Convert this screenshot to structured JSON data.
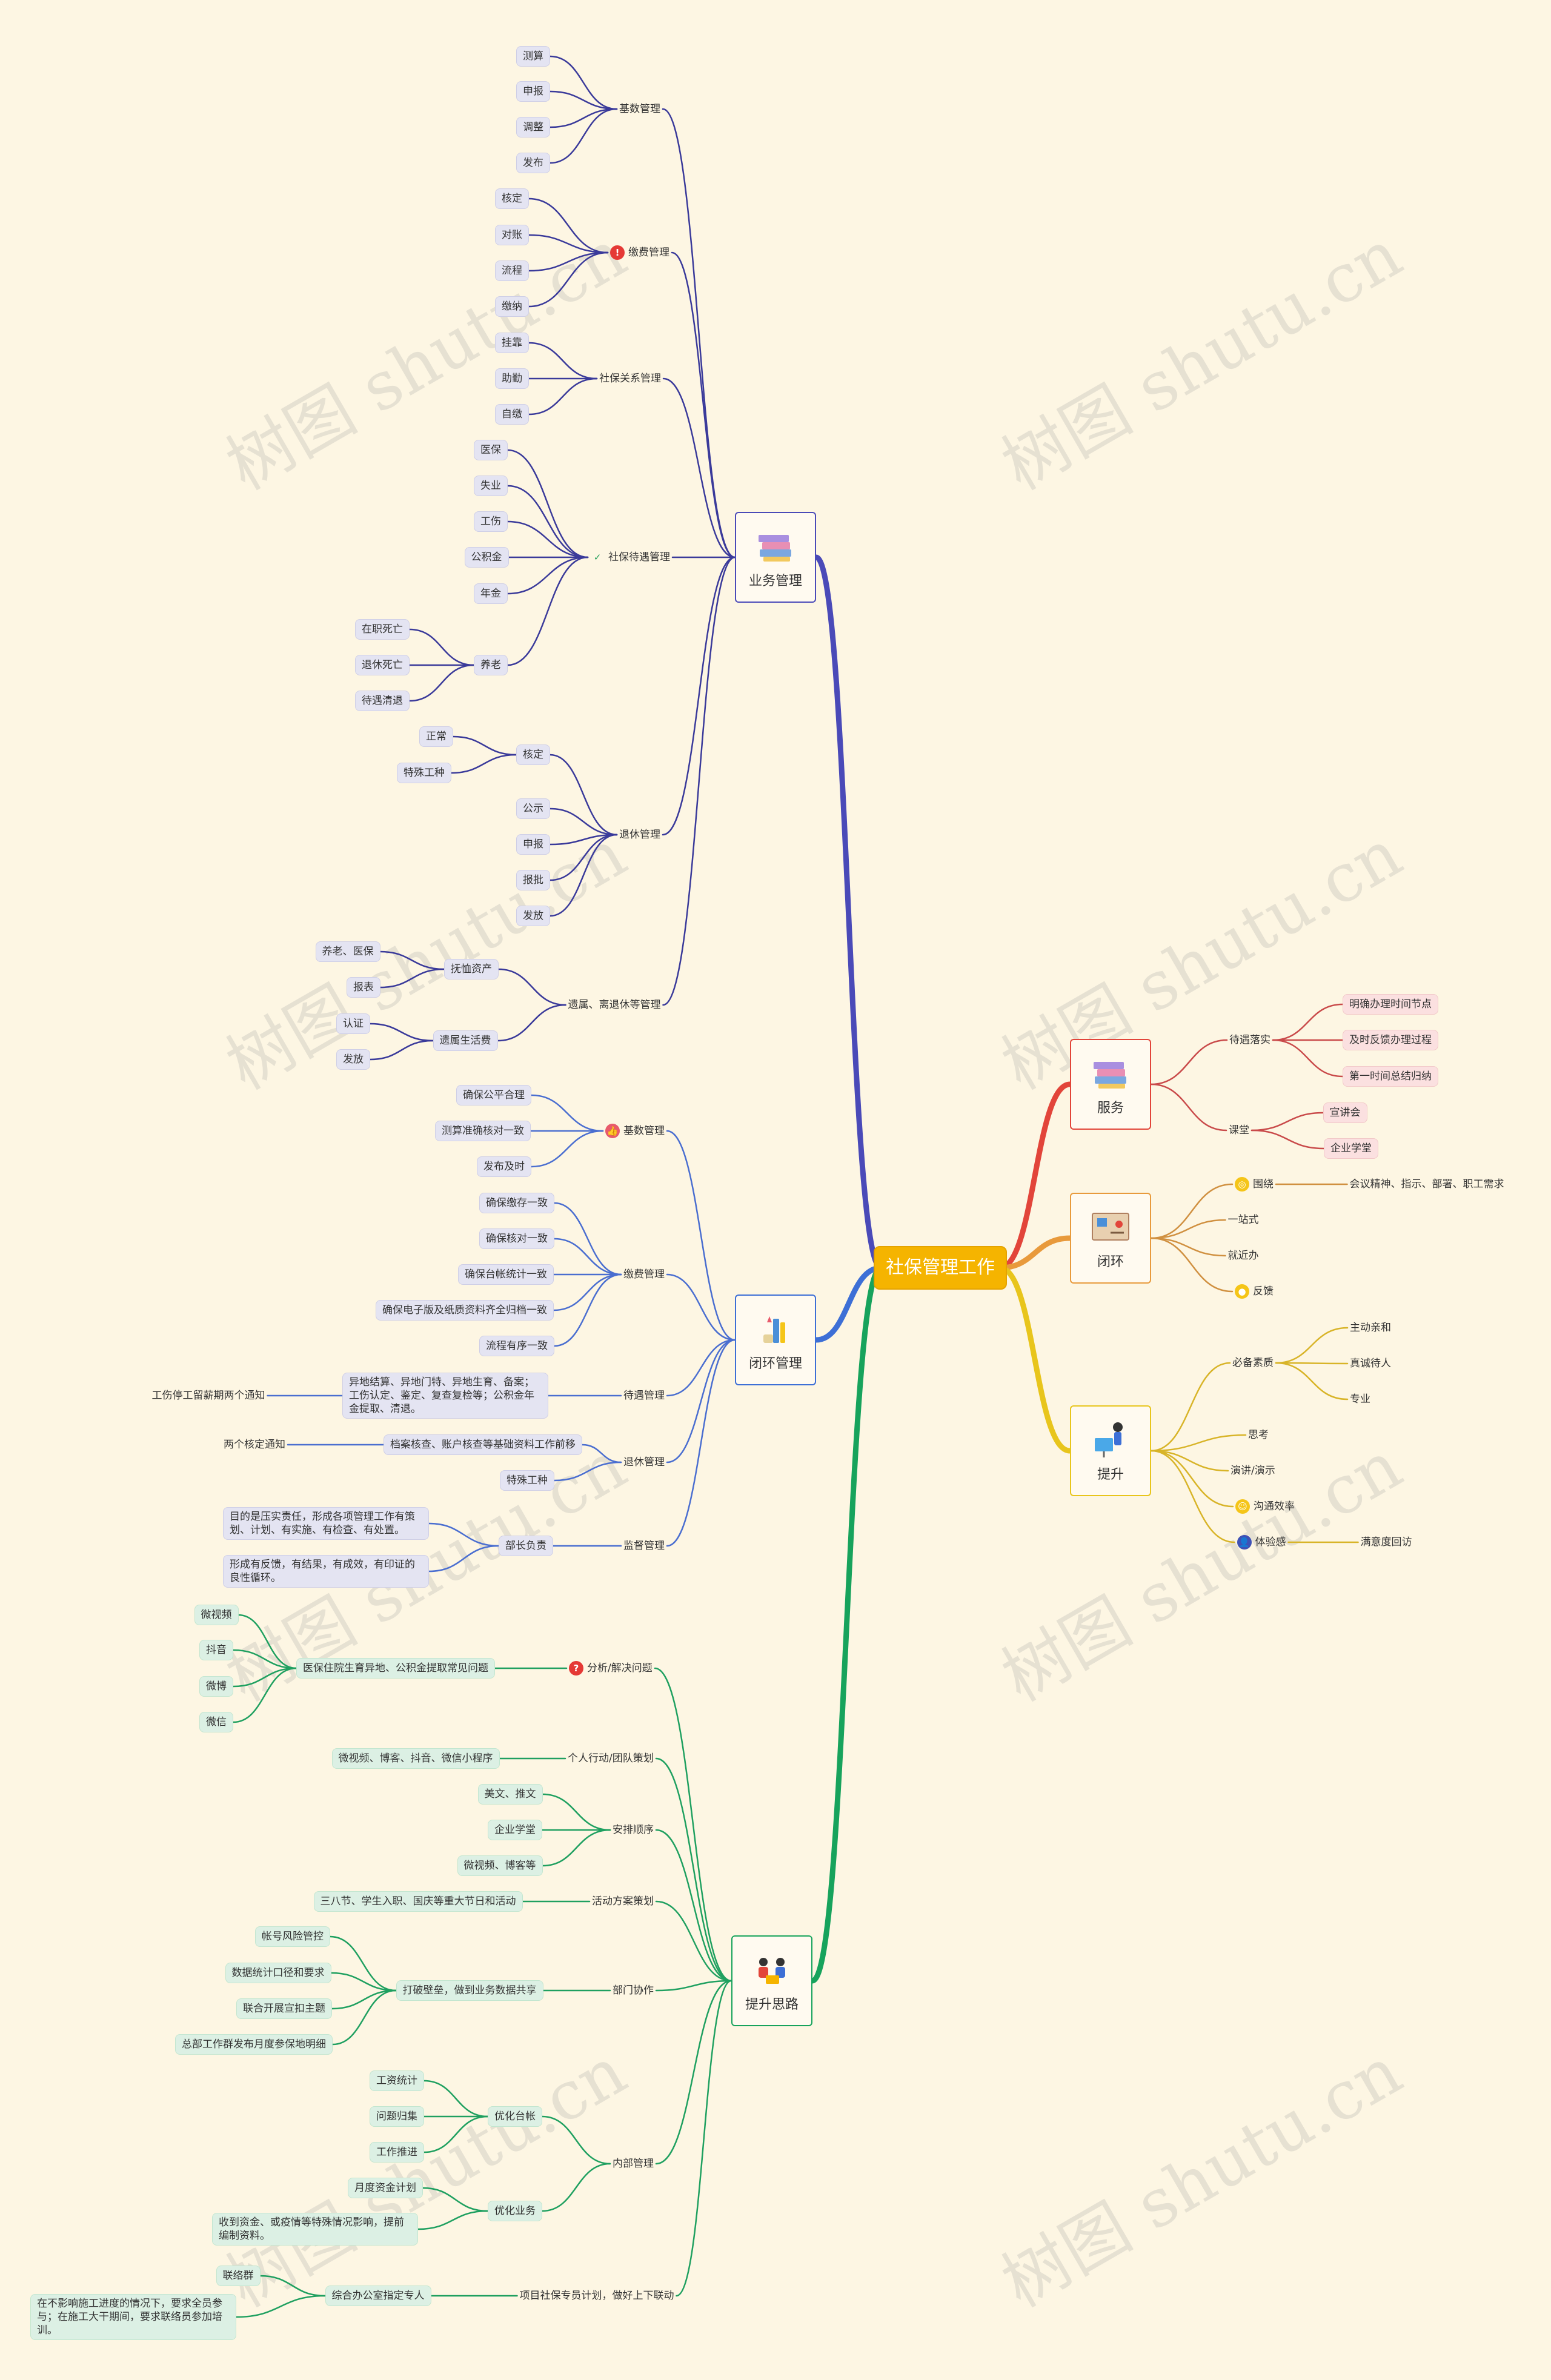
{
  "root": "社保管理工作",
  "watermark": "树图 shutu.cn",
  "colors": {
    "root": "#f5b400",
    "业务管理": "#4a4ab8",
    "闭环管理": "#3d6fd6",
    "提升思路": "#17a35c",
    "服务": "#e2453a",
    "闭环": "#e89a3c",
    "提升": "#e8c51c"
  },
  "nodes": [
    {
      "id": "b1",
      "text": "业务管理",
      "icon": "books-icon"
    },
    {
      "id": "b1a",
      "text": "基数管理"
    },
    {
      "id": "b1a1",
      "text": "测算"
    },
    {
      "id": "b1a2",
      "text": "申报"
    },
    {
      "id": "b1a3",
      "text": "调整"
    },
    {
      "id": "b1a4",
      "text": "发布"
    },
    {
      "id": "b1b",
      "text": "缴费管理",
      "icon": "warning-icon"
    },
    {
      "id": "b1b1",
      "text": "核定"
    },
    {
      "id": "b1b2",
      "text": "对账"
    },
    {
      "id": "b1b3",
      "text": "流程"
    },
    {
      "id": "b1b4",
      "text": "缴纳"
    },
    {
      "id": "b1c",
      "text": "社保关系管理"
    },
    {
      "id": "b1c1",
      "text": "挂靠"
    },
    {
      "id": "b1c2",
      "text": "助勤"
    },
    {
      "id": "b1c3",
      "text": "自缴"
    },
    {
      "id": "b1d",
      "text": "社保待遇管理",
      "icon": "check-icon"
    },
    {
      "id": "b1d1",
      "text": "医保"
    },
    {
      "id": "b1d2",
      "text": "失业"
    },
    {
      "id": "b1d3",
      "text": "工伤"
    },
    {
      "id": "b1d4",
      "text": "公积金"
    },
    {
      "id": "b1d5",
      "text": "年金"
    },
    {
      "id": "b1d6",
      "text": "养老"
    },
    {
      "id": "b1d6a",
      "text": "在职死亡"
    },
    {
      "id": "b1d6b",
      "text": "退休死亡"
    },
    {
      "id": "b1d6c",
      "text": "待遇清退"
    },
    {
      "id": "b1e",
      "text": "退休管理"
    },
    {
      "id": "b1e1",
      "text": "核定"
    },
    {
      "id": "b1e1a",
      "text": "正常"
    },
    {
      "id": "b1e1b",
      "text": "特殊工种"
    },
    {
      "id": "b1e2",
      "text": "公示"
    },
    {
      "id": "b1e3",
      "text": "申报"
    },
    {
      "id": "b1e4",
      "text": "报批"
    },
    {
      "id": "b1e5",
      "text": "发放"
    },
    {
      "id": "b1f",
      "text": "遗属、离退休等管理"
    },
    {
      "id": "b1f1",
      "text": "抚恤资产"
    },
    {
      "id": "b1f1a",
      "text": "养老、医保"
    },
    {
      "id": "b1f1b",
      "text": "报表"
    },
    {
      "id": "b1f2",
      "text": "遗属生活费"
    },
    {
      "id": "b1f2a",
      "text": "认证"
    },
    {
      "id": "b1f2b",
      "text": "发放"
    },
    {
      "id": "b2",
      "text": "闭环管理",
      "icon": "tools-icon"
    },
    {
      "id": "b2a",
      "text": "基数管理",
      "icon": "thumbs-up-icon"
    },
    {
      "id": "b2a1",
      "text": "确保公平合理"
    },
    {
      "id": "b2a2",
      "text": "测算准确核对一致"
    },
    {
      "id": "b2a3",
      "text": "发布及时"
    },
    {
      "id": "b2b",
      "text": "缴费管理"
    },
    {
      "id": "b2b1",
      "text": "确保缴存一致"
    },
    {
      "id": "b2b2",
      "text": "确保核对一致"
    },
    {
      "id": "b2b3",
      "text": "确保台帐统计一致"
    },
    {
      "id": "b2b4",
      "text": "确保电子版及纸质资料齐全归档一致"
    },
    {
      "id": "b2b5",
      "text": "流程有序一致"
    },
    {
      "id": "b2c",
      "text": "待遇管理"
    },
    {
      "id": "b2c1",
      "text": "异地结算、异地门特、异地生育、备案；工伤认定、鉴定、复查复检等；公积金年金提取、清退。"
    },
    {
      "id": "b2c1a",
      "text": "工伤停工留薪期两个通知"
    },
    {
      "id": "b2d",
      "text": "退休管理"
    },
    {
      "id": "b2d1",
      "text": "档案核查、账户核查等基础资料工作前移"
    },
    {
      "id": "b2d1a",
      "text": "两个核定通知"
    },
    {
      "id": "b2d2",
      "text": "特殊工种"
    },
    {
      "id": "b2e",
      "text": "监督管理"
    },
    {
      "id": "b2e1",
      "text": "部长负责"
    },
    {
      "id": "b2e1a",
      "text": "目的是压实责任，形成各项管理工作有策划、计划、有实施、有检查、有处置。"
    },
    {
      "id": "b2e1b",
      "text": "形成有反馈，有结果，有成效，有印证的良性循环。"
    },
    {
      "id": "b3",
      "text": "提升思路",
      "icon": "team-icon"
    },
    {
      "id": "b3a",
      "text": "分析/解决问题",
      "icon": "question-icon"
    },
    {
      "id": "b3a1",
      "text": "医保住院生育异地、公积金提取常见问题"
    },
    {
      "id": "b3a1a",
      "text": "微视频"
    },
    {
      "id": "b3a1b",
      "text": "抖音"
    },
    {
      "id": "b3a1c",
      "text": "微博"
    },
    {
      "id": "b3a1d",
      "text": "微信"
    },
    {
      "id": "b3b",
      "text": "个人行动/团队策划"
    },
    {
      "id": "b3b1",
      "text": "微视频、博客、抖音、微信小程序"
    },
    {
      "id": "b3c",
      "text": "安排顺序"
    },
    {
      "id": "b3c1",
      "text": "美文、推文"
    },
    {
      "id": "b3c2",
      "text": "企业学堂"
    },
    {
      "id": "b3c3",
      "text": "微视频、博客等"
    },
    {
      "id": "b3d",
      "text": "活动方案策划"
    },
    {
      "id": "b3d1",
      "text": "三八节、学生入职、国庆等重大节日和活动"
    },
    {
      "id": "b3e",
      "text": "部门协作"
    },
    {
      "id": "b3e1",
      "text": "打破壁垒，做到业务数据共享"
    },
    {
      "id": "b3e1a",
      "text": "帐号风险管控"
    },
    {
      "id": "b3e1b",
      "text": "数据统计口径和要求"
    },
    {
      "id": "b3e1c",
      "text": "联合开展宣扣主题"
    },
    {
      "id": "b3e1d",
      "text": "总部工作群发布月度参保地明细"
    },
    {
      "id": "b3f",
      "text": "内部管理"
    },
    {
      "id": "b3f1",
      "text": "优化台帐"
    },
    {
      "id": "b3f1a",
      "text": "工资统计"
    },
    {
      "id": "b3f1b",
      "text": "问题归集"
    },
    {
      "id": "b3f1c",
      "text": "工作推进"
    },
    {
      "id": "b3f2",
      "text": "优化业务"
    },
    {
      "id": "b3f2a",
      "text": "月度资金计划"
    },
    {
      "id": "b3f2b",
      "text": "收到资金、或疫情等特殊情况影响，提前编制资料。"
    },
    {
      "id": "b3g",
      "text": "项目社保专员计划，做好上下联动"
    },
    {
      "id": "b3g1",
      "text": "综合办公室指定专人"
    },
    {
      "id": "b3g1a",
      "text": "联络群"
    },
    {
      "id": "b3g1b",
      "text": "在不影响施工进度的情况下，要求全员参与；在施工大干期间，要求联络员参加培训。"
    },
    {
      "id": "r1",
      "text": "服务",
      "icon": "books-icon"
    },
    {
      "id": "r1a",
      "text": "待遇落实"
    },
    {
      "id": "r1a1",
      "text": "明确办理时间节点"
    },
    {
      "id": "r1a2",
      "text": "及时反馈办理过程"
    },
    {
      "id": "r1a3",
      "text": "第一时间总结归纳"
    },
    {
      "id": "r1b",
      "text": "课堂"
    },
    {
      "id": "r1b1",
      "text": "宣讲会"
    },
    {
      "id": "r1b2",
      "text": "企业学堂"
    },
    {
      "id": "r2",
      "text": "闭环",
      "icon": "map-board-icon"
    },
    {
      "id": "r2a",
      "text": "围绕",
      "icon": "target-icon"
    },
    {
      "id": "r2a1",
      "text": "会议精神、指示、部署、职工需求"
    },
    {
      "id": "r2b",
      "text": "一站式"
    },
    {
      "id": "r2c",
      "text": "就近办"
    },
    {
      "id": "r2d",
      "text": "反馈",
      "icon": "bulb-icon"
    },
    {
      "id": "r3",
      "text": "提升",
      "icon": "presenter-icon"
    },
    {
      "id": "r3a",
      "text": "必备素质"
    },
    {
      "id": "r3a1",
      "text": "主动亲和"
    },
    {
      "id": "r3a2",
      "text": "真诚待人"
    },
    {
      "id": "r3a3",
      "text": "专业"
    },
    {
      "id": "r3b",
      "text": "思考"
    },
    {
      "id": "r3c",
      "text": "演讲/演示"
    },
    {
      "id": "r3d",
      "text": "沟通效率",
      "icon": "smile-icon"
    },
    {
      "id": "r3e",
      "text": "体验感",
      "icon": "user-icon"
    },
    {
      "id": "r3e1",
      "text": "满意度回访"
    }
  ]
}
